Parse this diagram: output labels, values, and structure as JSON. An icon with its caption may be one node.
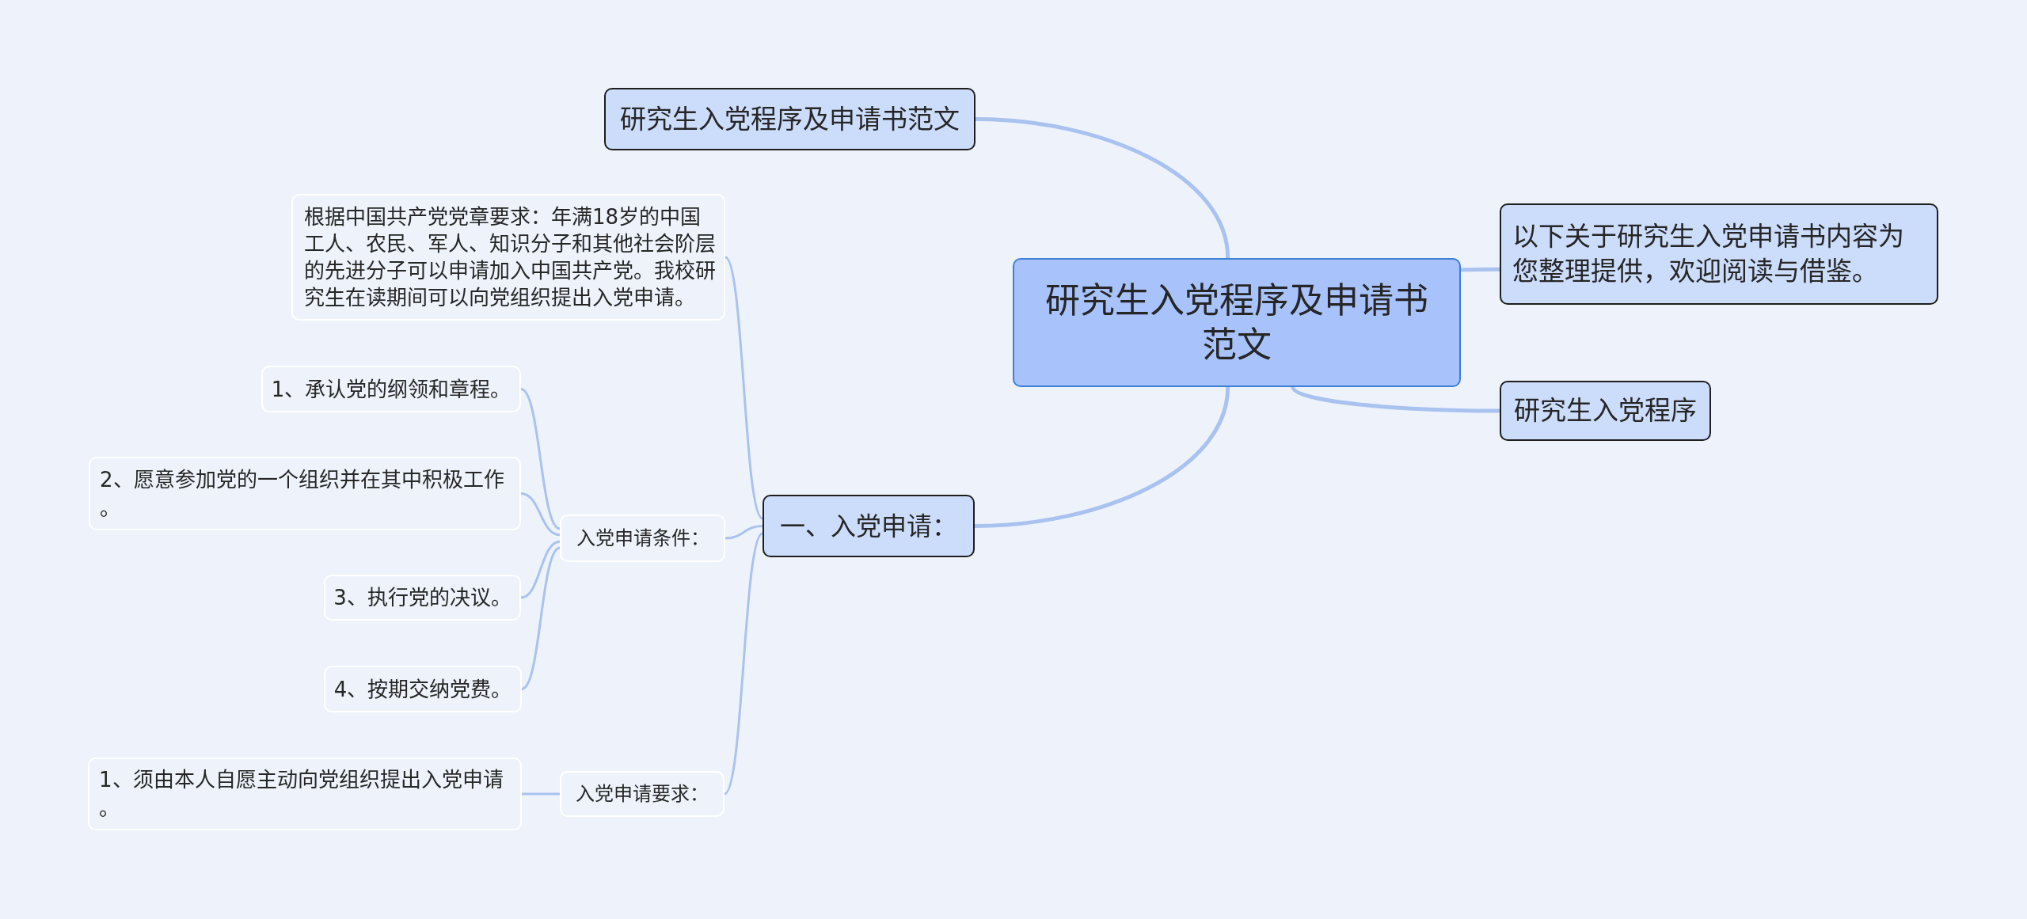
{
  "diagram": {
    "nodes": [
      {
        "text": [
          "研究生入党程序及申请书范文"
        ]
      },
      {
        "text": [
          "研究生入党程序及申请书范文"
        ]
      },
      {
        "text": [
          "以下关于研究生入党申请书内容为您整理提供，欢迎阅读与借鉴。"
        ]
      },
      {
        "text": [
          "研究生入党程序"
        ]
      },
      {
        "text": [
          "一、入党申请："
        ]
      },
      {
        "text": [
          "根据中国共产党党章要求：年满18岁的中国工人、农民、军人、知识分子和其他社会阶层的先进分子可以申请加入中国共产党。我校研究生在读期间可以向党组织提出入党申请。"
        ]
      },
      {
        "text": [
          "入党申请条件："
        ]
      },
      {
        "text": [
          "1、承认党的纲领和章程。"
        ]
      },
      {
        "text": [
          "2、愿意参加党的一个组织并在其中积极工作。"
        ]
      },
      {
        "text": [
          "3、执行党的决议。"
        ]
      },
      {
        "text": [
          "4、按期交纳党费。"
        ]
      },
      {
        "text": [
          "入党申请要求："
        ]
      },
      {
        "text": [
          "1、须由本人自愿主动向党组织提出入党申请。"
        ]
      }
    ],
    "edges": [
      {
        "from": 0,
        "to": 1,
        "arrow": "none"
      },
      {
        "from": 0,
        "to": 2,
        "arrow": "none"
      },
      {
        "from": 0,
        "to": 3,
        "arrow": "none"
      },
      {
        "from": 0,
        "to": 4,
        "arrow": "none"
      },
      {
        "from": 4,
        "to": 5,
        "arrow": "none"
      },
      {
        "from": 4,
        "to": 6,
        "arrow": "none"
      },
      {
        "from": 4,
        "to": 11,
        "arrow": "none"
      },
      {
        "from": 6,
        "to": 7,
        "arrow": "none"
      },
      {
        "from": 6,
        "to": 8,
        "arrow": "none"
      },
      {
        "from": 6,
        "to": 9,
        "arrow": "none"
      },
      {
        "from": 6,
        "to": 10,
        "arrow": "none"
      },
      {
        "from": 11,
        "to": 12,
        "arrow": "none"
      }
    ]
  }
}
